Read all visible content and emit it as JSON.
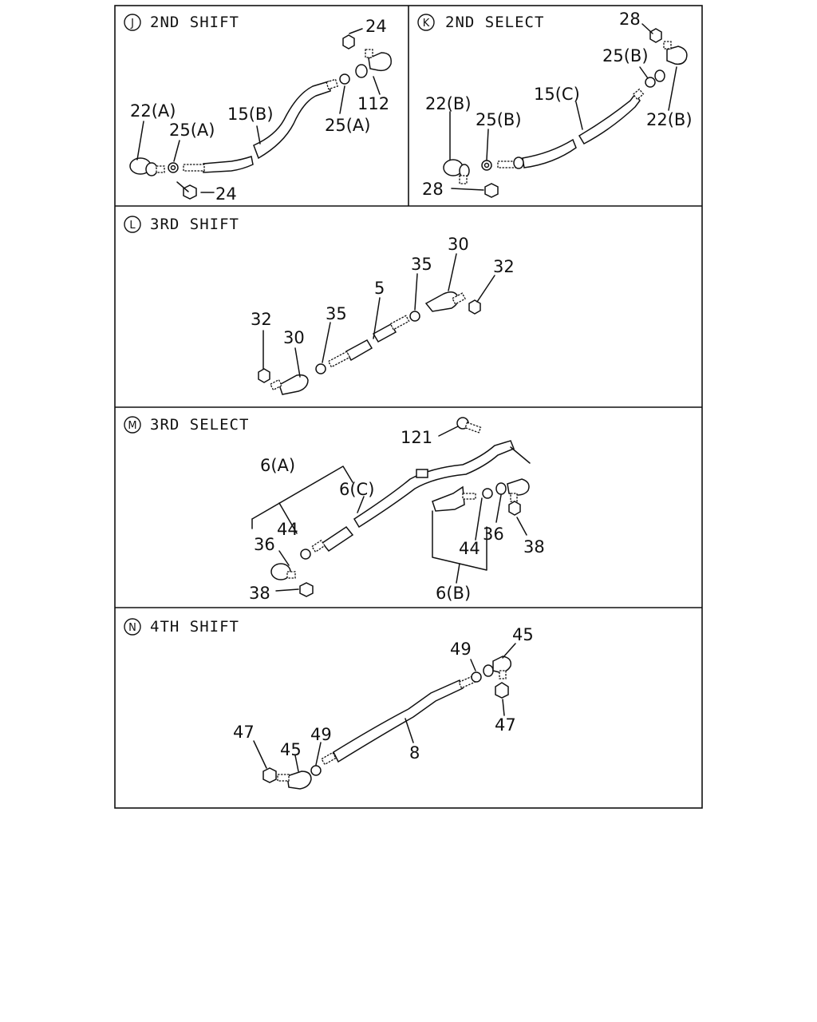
{
  "sections": [
    {
      "letter": "J",
      "title": "2ND SHIFT"
    },
    {
      "letter": "K",
      "title": "2ND SELECT"
    },
    {
      "letter": "L",
      "title": "3RD SHIFT"
    },
    {
      "letter": "M",
      "title": "3RD SELECT"
    },
    {
      "letter": "N",
      "title": "4TH SHIFT"
    }
  ],
  "callouts": {
    "j_24_top": "24",
    "j_112": "112",
    "j_15b": "15(B)",
    "j_25a_right": "25(A)",
    "j_22a": "22(A)",
    "j_25a_left": "25(A)",
    "j_24_bottom": "24",
    "k_28_top": "28",
    "k_25b_right": "25(B)",
    "k_15c": "15(C)",
    "k_22b_right": "22(B)",
    "k_22b_left": "22(B)",
    "k_25b_left": "25(B)",
    "k_28_bottom": "28",
    "l_30_right": "30",
    "l_35_right": "35",
    "l_32_right": "32",
    "l_5": "5",
    "l_35_left": "35",
    "l_32_left": "32",
    "l_30_left": "30",
    "m_121": "121",
    "m_6a": "6(A)",
    "m_6c": "6(C)",
    "m_44_left": "44",
    "m_36_left": "36",
    "m_38_left": "38",
    "m_36_right": "36",
    "m_38_right": "38",
    "m_44_right": "44",
    "m_6b": "6(B)",
    "n_49_right": "49",
    "n_45_right": "45",
    "n_47_right": "47",
    "n_47_left": "47",
    "n_45_left": "45",
    "n_49_left": "49",
    "n_8": "8"
  }
}
